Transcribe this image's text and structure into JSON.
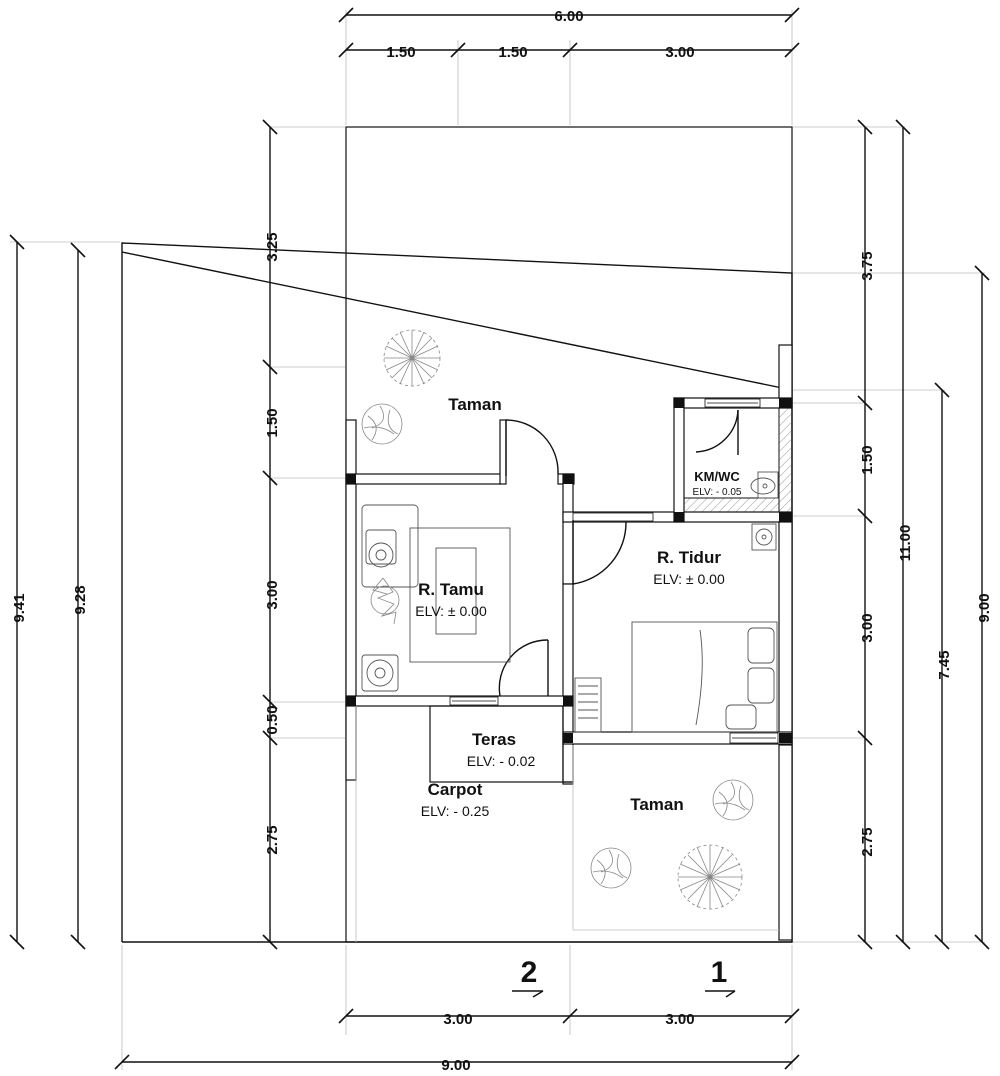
{
  "dimensions": {
    "top_total": "6.00",
    "top_segments": [
      "1.50",
      "1.50",
      "3.00"
    ],
    "bottom_segments": [
      "3.00",
      "3.00"
    ],
    "bottom_total": "9.00",
    "left_inner": [
      "3.25",
      "1.50",
      "3.00",
      "0.50",
      "2.75"
    ],
    "left_total_outer": "9.41",
    "left_total_inner": "9.28",
    "right_inner": [
      "3.75",
      "1.50",
      "3.00",
      "2.75"
    ],
    "right_total_a": "11.00",
    "right_total_b": "7.45",
    "right_total_c": "9.00"
  },
  "rooms": {
    "taman_top": {
      "name": "Taman"
    },
    "kmwc": {
      "name": "KM/WC",
      "elv": "ELV: - 0.05"
    },
    "tidur": {
      "name": "R. Tidur",
      "elv": "ELV: ± 0.00"
    },
    "tamu": {
      "name": "R. Tamu",
      "elv": "ELV: ± 0.00"
    },
    "teras": {
      "name": "Teras",
      "elv": "ELV: - 0.02"
    },
    "carpot": {
      "name": "Carpot",
      "elv": "ELV: - 0.25"
    },
    "taman_bottom": {
      "name": "Taman"
    }
  },
  "axes": [
    "2",
    "1"
  ]
}
